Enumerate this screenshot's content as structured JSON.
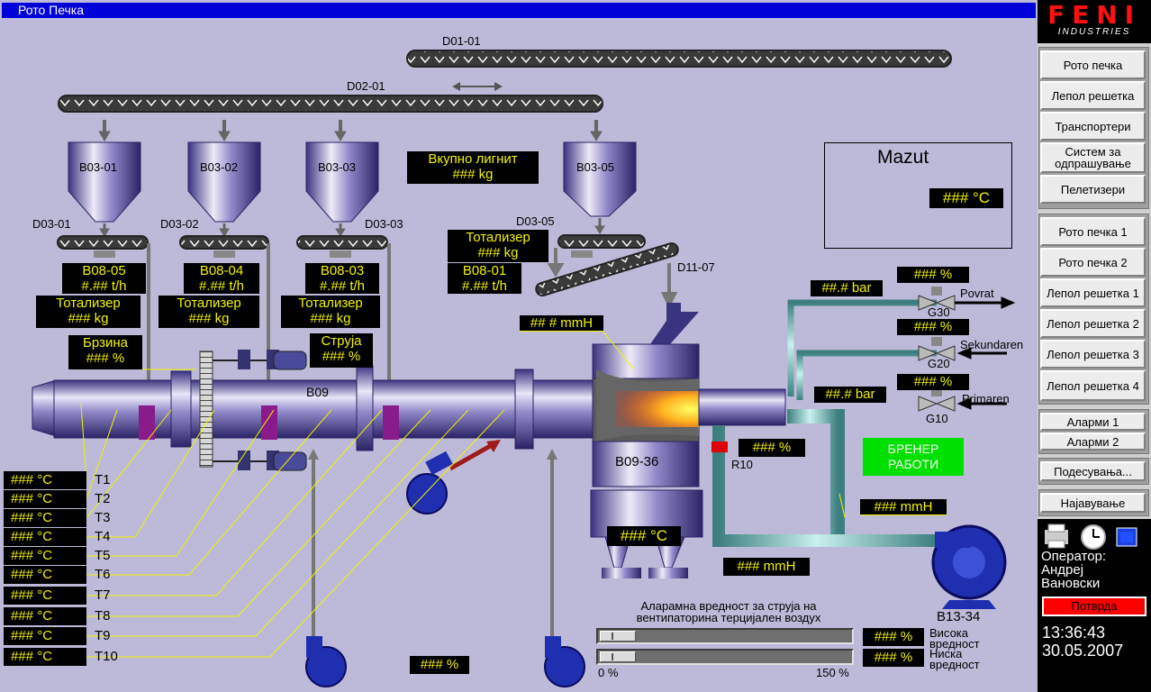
{
  "window": {
    "title": "Рото Печка"
  },
  "conveyors": {
    "d01": "D01-01",
    "d02": "D02-01",
    "d03_01": "D03-01",
    "d03_02": "D03-02",
    "d03_03": "D03-03",
    "d03_05": "D03-05",
    "d11": "D11-07"
  },
  "hoppers": {
    "b03_01": "B03-01",
    "b03_02": "B03-02",
    "b03_03": "B03-03",
    "b03_05": "B03-05"
  },
  "feeders": [
    {
      "id": "B08-05",
      "rate": "#.## t/h",
      "tot_label": "Тотализер",
      "tot_value": "### kg"
    },
    {
      "id": "B08-04",
      "rate": "#.## t/h",
      "tot_label": "Тотализер",
      "tot_value": "### kg"
    },
    {
      "id": "B08-03",
      "rate": "#.## t/h",
      "tot_label": "Тотализер",
      "tot_value": "### kg"
    }
  ],
  "feeder5": {
    "tot_label": "Тотализер",
    "tot_value": "### kg",
    "id": "B08-01",
    "rate": "#.## t/h"
  },
  "total_lignite": {
    "label": "Вкупно лигнит",
    "value": "### kg"
  },
  "speed": {
    "label": "Брзина",
    "value": "### %"
  },
  "current": {
    "label": "Струја",
    "value": "### %"
  },
  "kiln": {
    "label": "B09"
  },
  "chamber": {
    "label": "B09-36",
    "pressure": "## # mmH",
    "temp": "### °C"
  },
  "mazut": {
    "title": "Mazut",
    "temp": "### °C"
  },
  "lines": [
    {
      "pressure": "##.# bar",
      "percent": "### %",
      "valve": "G30",
      "name": "Povrat"
    },
    {
      "percent": "### %",
      "valve": "G20",
      "name": "Sekundaren"
    },
    {
      "pressure": "##.# bar",
      "percent": "### %",
      "valve": "G10",
      "name": "Primaren"
    }
  ],
  "r10": {
    "label": "R10",
    "value": "### %"
  },
  "burner": {
    "status": "БРЕНЕР РАБОТИ"
  },
  "air_pressure": {
    "duct": "###   mmH",
    "lower": "###   mmH"
  },
  "fan": {
    "label": "B13-34"
  },
  "bottom_percent": "### %",
  "temps": [
    {
      "value": "###  °C",
      "name": "T1"
    },
    {
      "value": "###  °C",
      "name": "T2"
    },
    {
      "value": "###  °C",
      "name": "T3"
    },
    {
      "value": "###  °C",
      "name": "T4"
    },
    {
      "value": "###  °C",
      "name": "T5"
    },
    {
      "value": "###  °C",
      "name": "T6"
    },
    {
      "value": "###  °C",
      "name": "T7"
    },
    {
      "value": "###  °C",
      "name": "T8"
    },
    {
      "value": "###  °C",
      "name": "T9"
    },
    {
      "value": "###  °C",
      "name": "T10"
    }
  ],
  "alarm": {
    "title1": "Аларамна вредност за струја на",
    "title2": "вентипаторина терцијален воздух",
    "high_value": "### %",
    "high_label1": "Висока",
    "high_label2": "вредност",
    "low_value": "### %",
    "low_label1": "Ниска",
    "low_label2": "вредност",
    "scale_min": "0 %",
    "scale_max": "150 %",
    "high_level": 0,
    "low_level": 0
  },
  "sidebar": {
    "logo": "FENI",
    "logo_sub": "INDUSTRIES",
    "group1": [
      "Рото печка",
      "Лепол решетка",
      "Транспортери",
      "Систем за одпрашување",
      "Пелетизери"
    ],
    "group2": [
      "Рото печка 1",
      "Рото печка 2",
      "Лепол решетка 1",
      "Лепол решетка 2",
      "Лепол решетка 3",
      "Лепол решетка 4"
    ],
    "group3": [
      "Аларми 1",
      "Аларми  2"
    ],
    "settings": "Подесувања...",
    "login": "Најавување",
    "operator_label": "Оператор:",
    "operator_name1": "Андреј",
    "operator_name2": "Вановски",
    "confirm": "Потврда",
    "time": "13:36:43",
    "date": "30.05.2007"
  },
  "colors": {
    "background": "#bcbad8",
    "title_bar": "#0000d8",
    "display_bg": "#000000",
    "display_text": "#f2f200",
    "burner_ok": "#00e000",
    "confirm": "#ff0000"
  }
}
